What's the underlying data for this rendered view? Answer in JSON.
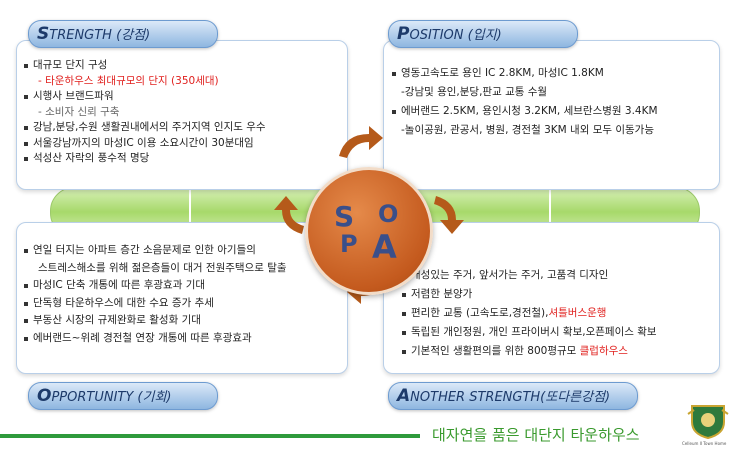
{
  "strength": {
    "title_initial": "S",
    "title_rest": "TRENGTH (강점)",
    "items": [
      "대규모 단지 구성",
      "- 타운하우스 최대규모의 단지 (350세대)",
      "시행사 브랜드파워",
      "- 소비자 신뢰 구축",
      "강남,분당,수원 생활권내에서의 주거지역 인지도 우수",
      "서울강남까지의 마성IC 이용 소요시간이 30분대임",
      "석성산 자락의 풍수적 명당"
    ]
  },
  "position": {
    "title_initial": "P",
    "title_rest": "OSITION (입지)",
    "items": [
      "영동고속도로 용인 IC 2.8KM, 마성IC 1.8KM",
      "-강남및 용인,분당,판교 교통 수월",
      "에버랜드 2.5KM, 용인시청 3.2KM, 세브란스병원 3.4KM",
      "-놀이공원, 관공서, 병원, 경전철 3KM 내외 모두 이동가능"
    ]
  },
  "opportunity": {
    "title_initial": "O",
    "title_rest": "PPORTUNITY (기회)",
    "items": [
      "연일 터지는 아파트 층간 소음문제로 인한 아기들의",
      "스트레스해소를 위해 젊은층들이 대거 전원주택으로 탈출",
      "마성IC 단축 개통에 따른 후광효과 기대",
      "단독형 타운하우스에 대한 수요 증가 추세",
      "부동산 시장의 규제완화로 활성화 기대",
      "에버랜드~위례 경전철 연장 개통에 따른 후광효과"
    ]
  },
  "another_strength": {
    "title_initial": "A",
    "title_rest": "NOTHER STRENGTH(또다른강점)",
    "items": [
      "개성있는 주거, 앞서가는 주거, 고품격 디자인",
      "저렴한 분양가",
      "편리한 교통 (고속도로,경전철),",
      "셔틀버스운행",
      "독립된 개인정원, 개인 프라이버시 확보,오픈페이스 확보",
      "기본적인 생활편의를 위한 800평규모 ",
      "클럽하우스"
    ]
  },
  "center": {
    "letters": [
      "S",
      "P",
      "O",
      "A"
    ]
  },
  "footer": {
    "slogan": "대자연을 품은 대단지 타운하우스",
    "emblem_text": "Celleum II Town Home"
  },
  "colors": {
    "accent_red": "#e0201e",
    "pill_blue": "#8eb6e0",
    "band_green": "#a7d96a",
    "circle_orange": "#c45a1e",
    "footer_green": "#2e9a3c"
  }
}
